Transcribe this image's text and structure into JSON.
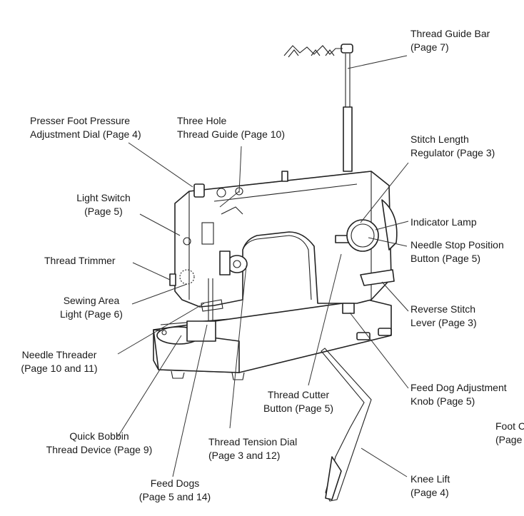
{
  "labels": {
    "thread_guide_bar": [
      "Thread Guide Bar",
      "(Page 7)"
    ],
    "presser_foot_dial": [
      "Presser Foot Pressure",
      "Adjustment Dial (Page 4)"
    ],
    "three_hole_guide": [
      "Three Hole",
      "Thread Guide (Page 10)"
    ],
    "stitch_length": [
      "Stitch Length",
      "Regulator (Page 3)"
    ],
    "light_switch": [
      "Light Switch",
      "(Page 5)"
    ],
    "indicator_lamp": [
      "Indicator Lamp"
    ],
    "needle_stop": [
      "Needle Stop Position",
      "Button (Page 5)"
    ],
    "thread_trimmer": [
      "Thread Trimmer"
    ],
    "sewing_light": [
      "Sewing Area",
      "Light (Page 6)"
    ],
    "reverse_stitch": [
      "Reverse Stitch",
      "Lever (Page 3)"
    ],
    "needle_threader": [
      "Needle Threader",
      "(Page 10 and 11)"
    ],
    "feed_dog_knob": [
      "Feed Dog Adjustment",
      "Knob (Page 5)"
    ],
    "thread_cutter": [
      "Thread Cutter",
      "Button (Page 5)"
    ],
    "foot": [
      "Foot C",
      "(Page"
    ],
    "quick_bobbin": [
      "Quick Bobbin",
      "Thread Device (Page 9)"
    ],
    "tension_dial": [
      "Thread Tension Dial",
      "(Page 3 and 12)"
    ],
    "feed_dogs": [
      "Feed Dogs",
      "(Page 5 and 14)"
    ],
    "knee_lift": [
      "Knee Lift",
      "(Page 4)"
    ]
  }
}
